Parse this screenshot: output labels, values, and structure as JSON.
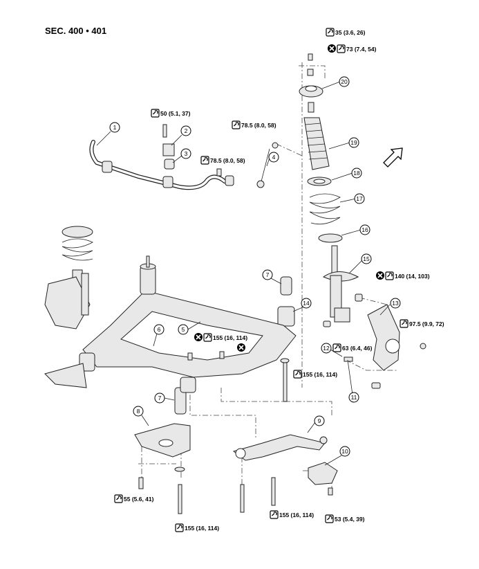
{
  "section": "SEC. 400 • 401",
  "torques": {
    "t35": "35 (3.6, 26)",
    "t73": "73 (7.4, 54)",
    "t50": "50 (5.1, 37)",
    "t785a": "78.5 (8.0, 58)",
    "t785b": "78.5 (8.0, 58)",
    "t140": "140 (14, 103)",
    "t975": "97.5 (9.9, 72)",
    "t63": "63 (6.4, 46)",
    "t155a": "155 (16, 114)",
    "t155b": "155 (16, 114)",
    "t155c": "155 (16, 114)",
    "t155d": "155 (16, 114)",
    "t55": "55 (5.6, 41)",
    "t53": "53 (5.4, 39)"
  },
  "callouts": [
    "1",
    "2",
    "3",
    "4",
    "6",
    "5",
    "7",
    "7",
    "8",
    "9",
    "10",
    "11",
    "12",
    "13",
    "14",
    "15",
    "16",
    "17",
    "18",
    "19",
    "20"
  ],
  "icons": {
    "torque": "torque-wrench-icon",
    "replace": "do-not-reuse-icon",
    "front": "front-arrow-icon"
  }
}
